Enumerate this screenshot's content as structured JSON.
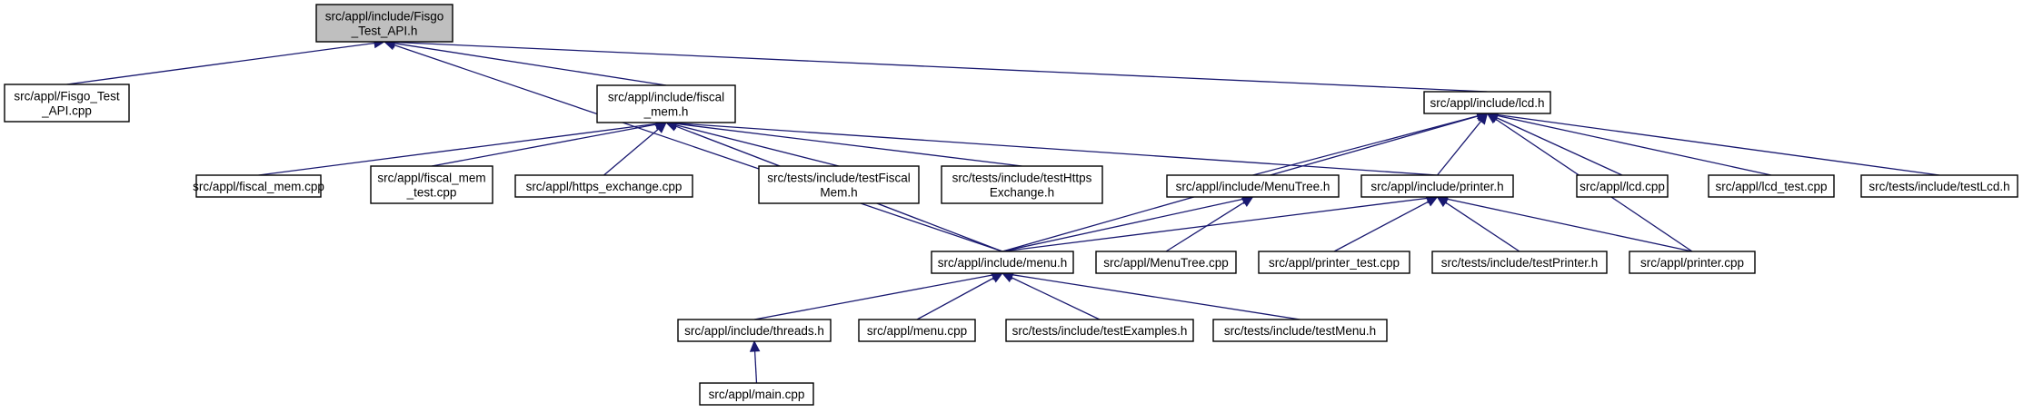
{
  "colors": {
    "edge": "#191970",
    "node_fill": "#ffffff",
    "node_fill_highlight": "#bfbfbf",
    "node_border": "#000000"
  },
  "nodes": [
    {
      "id": "fisgo_h",
      "lines": [
        "src/appl/include/Fisgo",
        "_Test_API.h"
      ],
      "highlight": true
    },
    {
      "id": "fisgo_cpp",
      "lines": [
        "src/appl/Fisgo_Test",
        "_API.cpp"
      ]
    },
    {
      "id": "fiscal_mem_h",
      "lines": [
        "src/appl/include/fiscal",
        "_mem.h"
      ]
    },
    {
      "id": "lcd_h",
      "lines": [
        "src/appl/include/lcd.h"
      ]
    },
    {
      "id": "fiscal_mem_cpp",
      "lines": [
        "src/appl/fiscal_mem.cpp"
      ]
    },
    {
      "id": "fiscal_mem_test_cpp",
      "lines": [
        "src/appl/fiscal_mem",
        "_test.cpp"
      ]
    },
    {
      "id": "https_exchange_cpp",
      "lines": [
        "src/appl/https_exchange.cpp"
      ]
    },
    {
      "id": "test_fiscal_mem_h",
      "lines": [
        "src/tests/include/testFiscal",
        "Mem.h"
      ]
    },
    {
      "id": "test_https_exchange_h",
      "lines": [
        "src/tests/include/testHttps",
        "Exchange.h"
      ]
    },
    {
      "id": "menutree_h",
      "lines": [
        "src/appl/include/MenuTree.h"
      ]
    },
    {
      "id": "printer_h",
      "lines": [
        "src/appl/include/printer.h"
      ]
    },
    {
      "id": "lcd_cpp",
      "lines": [
        "src/appl/lcd.cpp"
      ]
    },
    {
      "id": "lcd_test_cpp",
      "lines": [
        "src/appl/lcd_test.cpp"
      ]
    },
    {
      "id": "test_lcd_h",
      "lines": [
        "src/tests/include/testLcd.h"
      ]
    },
    {
      "id": "menu_h",
      "lines": [
        "src/appl/include/menu.h"
      ]
    },
    {
      "id": "menutree_cpp",
      "lines": [
        "src/appl/MenuTree.cpp"
      ]
    },
    {
      "id": "printer_test_cpp",
      "lines": [
        "src/appl/printer_test.cpp"
      ]
    },
    {
      "id": "test_printer_h",
      "lines": [
        "src/tests/include/testPrinter.h"
      ]
    },
    {
      "id": "printer_cpp",
      "lines": [
        "src/appl/printer.cpp"
      ]
    },
    {
      "id": "threads_h",
      "lines": [
        "src/appl/include/threads.h"
      ]
    },
    {
      "id": "menu_cpp",
      "lines": [
        "src/appl/menu.cpp"
      ]
    },
    {
      "id": "test_examples_h",
      "lines": [
        "src/tests/include/testExamples.h"
      ]
    },
    {
      "id": "test_menu_h",
      "lines": [
        "src/tests/include/testMenu.h"
      ]
    },
    {
      "id": "main_cpp",
      "lines": [
        "src/appl/main.cpp"
      ]
    }
  ],
  "edges": [
    {
      "from": "fisgo_cpp",
      "to": "fisgo_h"
    },
    {
      "from": "fiscal_mem_h",
      "to": "fisgo_h"
    },
    {
      "from": "lcd_h",
      "to": "fisgo_h"
    },
    {
      "from": "menu_h",
      "to": "fisgo_h"
    },
    {
      "from": "fiscal_mem_cpp",
      "to": "fiscal_mem_h"
    },
    {
      "from": "fiscal_mem_test_cpp",
      "to": "fiscal_mem_h"
    },
    {
      "from": "https_exchange_cpp",
      "to": "fiscal_mem_h"
    },
    {
      "from": "test_fiscal_mem_h",
      "to": "fiscal_mem_h"
    },
    {
      "from": "test_https_exchange_h",
      "to": "fiscal_mem_h"
    },
    {
      "from": "printer_h",
      "to": "fiscal_mem_h"
    },
    {
      "from": "menu_h",
      "to": "fiscal_mem_h"
    },
    {
      "from": "menutree_h",
      "to": "lcd_h"
    },
    {
      "from": "printer_h",
      "to": "lcd_h"
    },
    {
      "from": "lcd_cpp",
      "to": "lcd_h"
    },
    {
      "from": "lcd_test_cpp",
      "to": "lcd_h"
    },
    {
      "from": "test_lcd_h",
      "to": "lcd_h"
    },
    {
      "from": "menu_h",
      "to": "lcd_h"
    },
    {
      "from": "printer_cpp",
      "to": "lcd_h"
    },
    {
      "from": "menu_h",
      "to": "menutree_h"
    },
    {
      "from": "menutree_cpp",
      "to": "menutree_h"
    },
    {
      "from": "menu_h",
      "to": "printer_h"
    },
    {
      "from": "printer_test_cpp",
      "to": "printer_h"
    },
    {
      "from": "test_printer_h",
      "to": "printer_h"
    },
    {
      "from": "printer_cpp",
      "to": "printer_h"
    },
    {
      "from": "threads_h",
      "to": "menu_h"
    },
    {
      "from": "menu_cpp",
      "to": "menu_h"
    },
    {
      "from": "test_examples_h",
      "to": "menu_h"
    },
    {
      "from": "test_menu_h",
      "to": "menu_h"
    },
    {
      "from": "main_cpp",
      "to": "threads_h"
    }
  ]
}
